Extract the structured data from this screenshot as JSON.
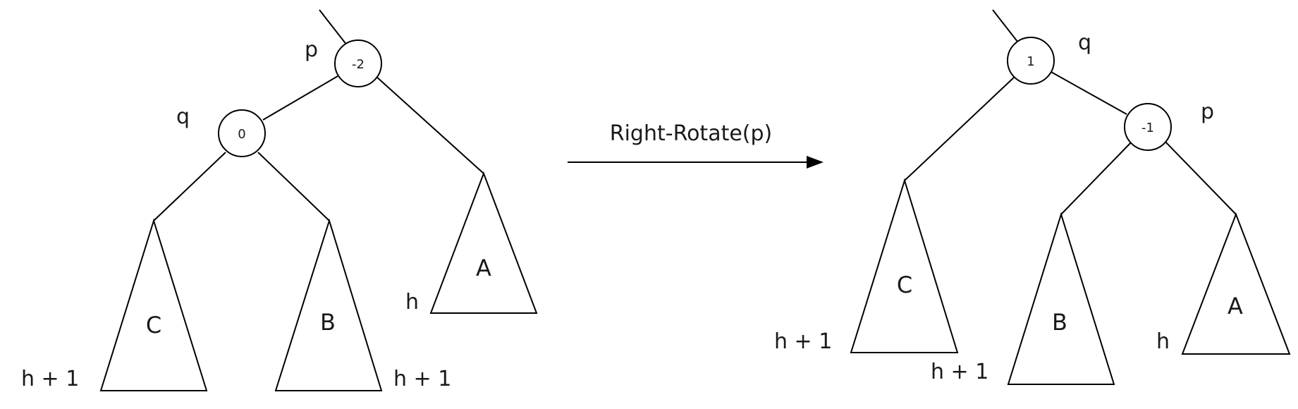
{
  "before": {
    "nodes": {
      "p": {
        "name": "p",
        "balance": "-2"
      },
      "q": {
        "name": "q",
        "balance": "0"
      }
    },
    "subtrees": {
      "A": {
        "name": "A",
        "height": "h"
      },
      "B": {
        "name": "B",
        "height": "h + 1"
      },
      "C": {
        "name": "C",
        "height": "h + 1"
      }
    }
  },
  "after": {
    "nodes": {
      "q": {
        "name": "q",
        "balance": "1"
      },
      "p": {
        "name": "p",
        "balance": "-1"
      }
    },
    "subtrees": {
      "C": {
        "name": "C",
        "height": "h + 1"
      },
      "B": {
        "name": "B",
        "height": "h + 1"
      },
      "A": {
        "name": "A",
        "height": "h"
      }
    }
  },
  "operation": {
    "label": "Right-Rotate(p)"
  }
}
